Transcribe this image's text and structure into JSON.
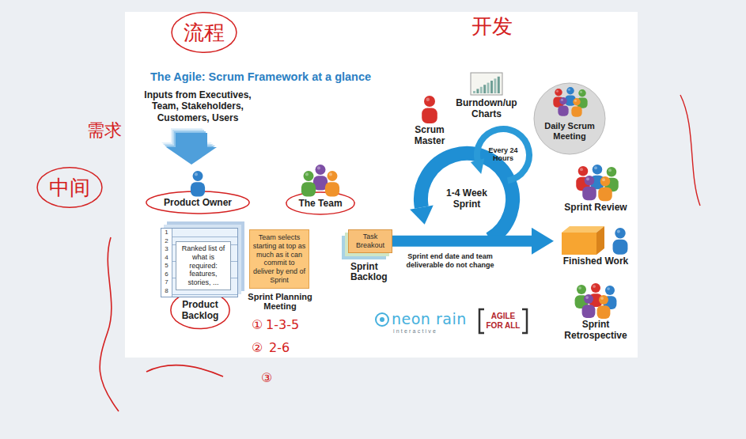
{
  "diagram": {
    "title": "The Agile: Scrum Framework at a glance",
    "nodes": [
      {
        "text": [
          "Product Owner"
        ]
      },
      {
        "text": [
          "Ranked list of what is required: features, stories, ...",
          "Product Backlog"
        ]
      },
      {
        "text": [
          "The Team"
        ]
      },
      {
        "text": [
          "Team selects starting at top as much as it can commit to deliver by end of Sprint",
          "Sprint Planning Meeting"
        ]
      },
      {
        "text": [
          "Task Breakout",
          "Sprint Backlog"
        ]
      },
      {
        "text": [
          "Scrum Master"
        ]
      },
      {
        "text": [
          "Burndown/up Charts"
        ]
      },
      {
        "text": [
          "Daily Scrum Meeting"
        ]
      },
      {
        "text": [
          "Every 24 Hours"
        ]
      },
      {
        "text": [
          "1-4 Week Sprint"
        ]
      },
      {
        "text": [
          "Sprint Review"
        ]
      },
      {
        "text": [
          "Finished Work"
        ]
      },
      {
        "text": [
          "Sprint Retrospective"
        ]
      }
    ],
    "edges": [
      {
        "from": 4,
        "to": 11,
        "arrow": "to",
        "label": "Sprint end date and team deliverable do not change"
      }
    ],
    "labels": [
      "Inputs from Executives, Team, Stakeholders, Customers, Users",
      "1",
      "2",
      "3",
      "4",
      "5",
      "6",
      "7",
      "8",
      "neon rain",
      "interactive",
      "AGILE FOR ALL",
      "流程",
      "开发",
      "中间",
      "需求",
      "①",
      "1-3-5",
      "②",
      "2-6",
      "③"
    ]
  }
}
